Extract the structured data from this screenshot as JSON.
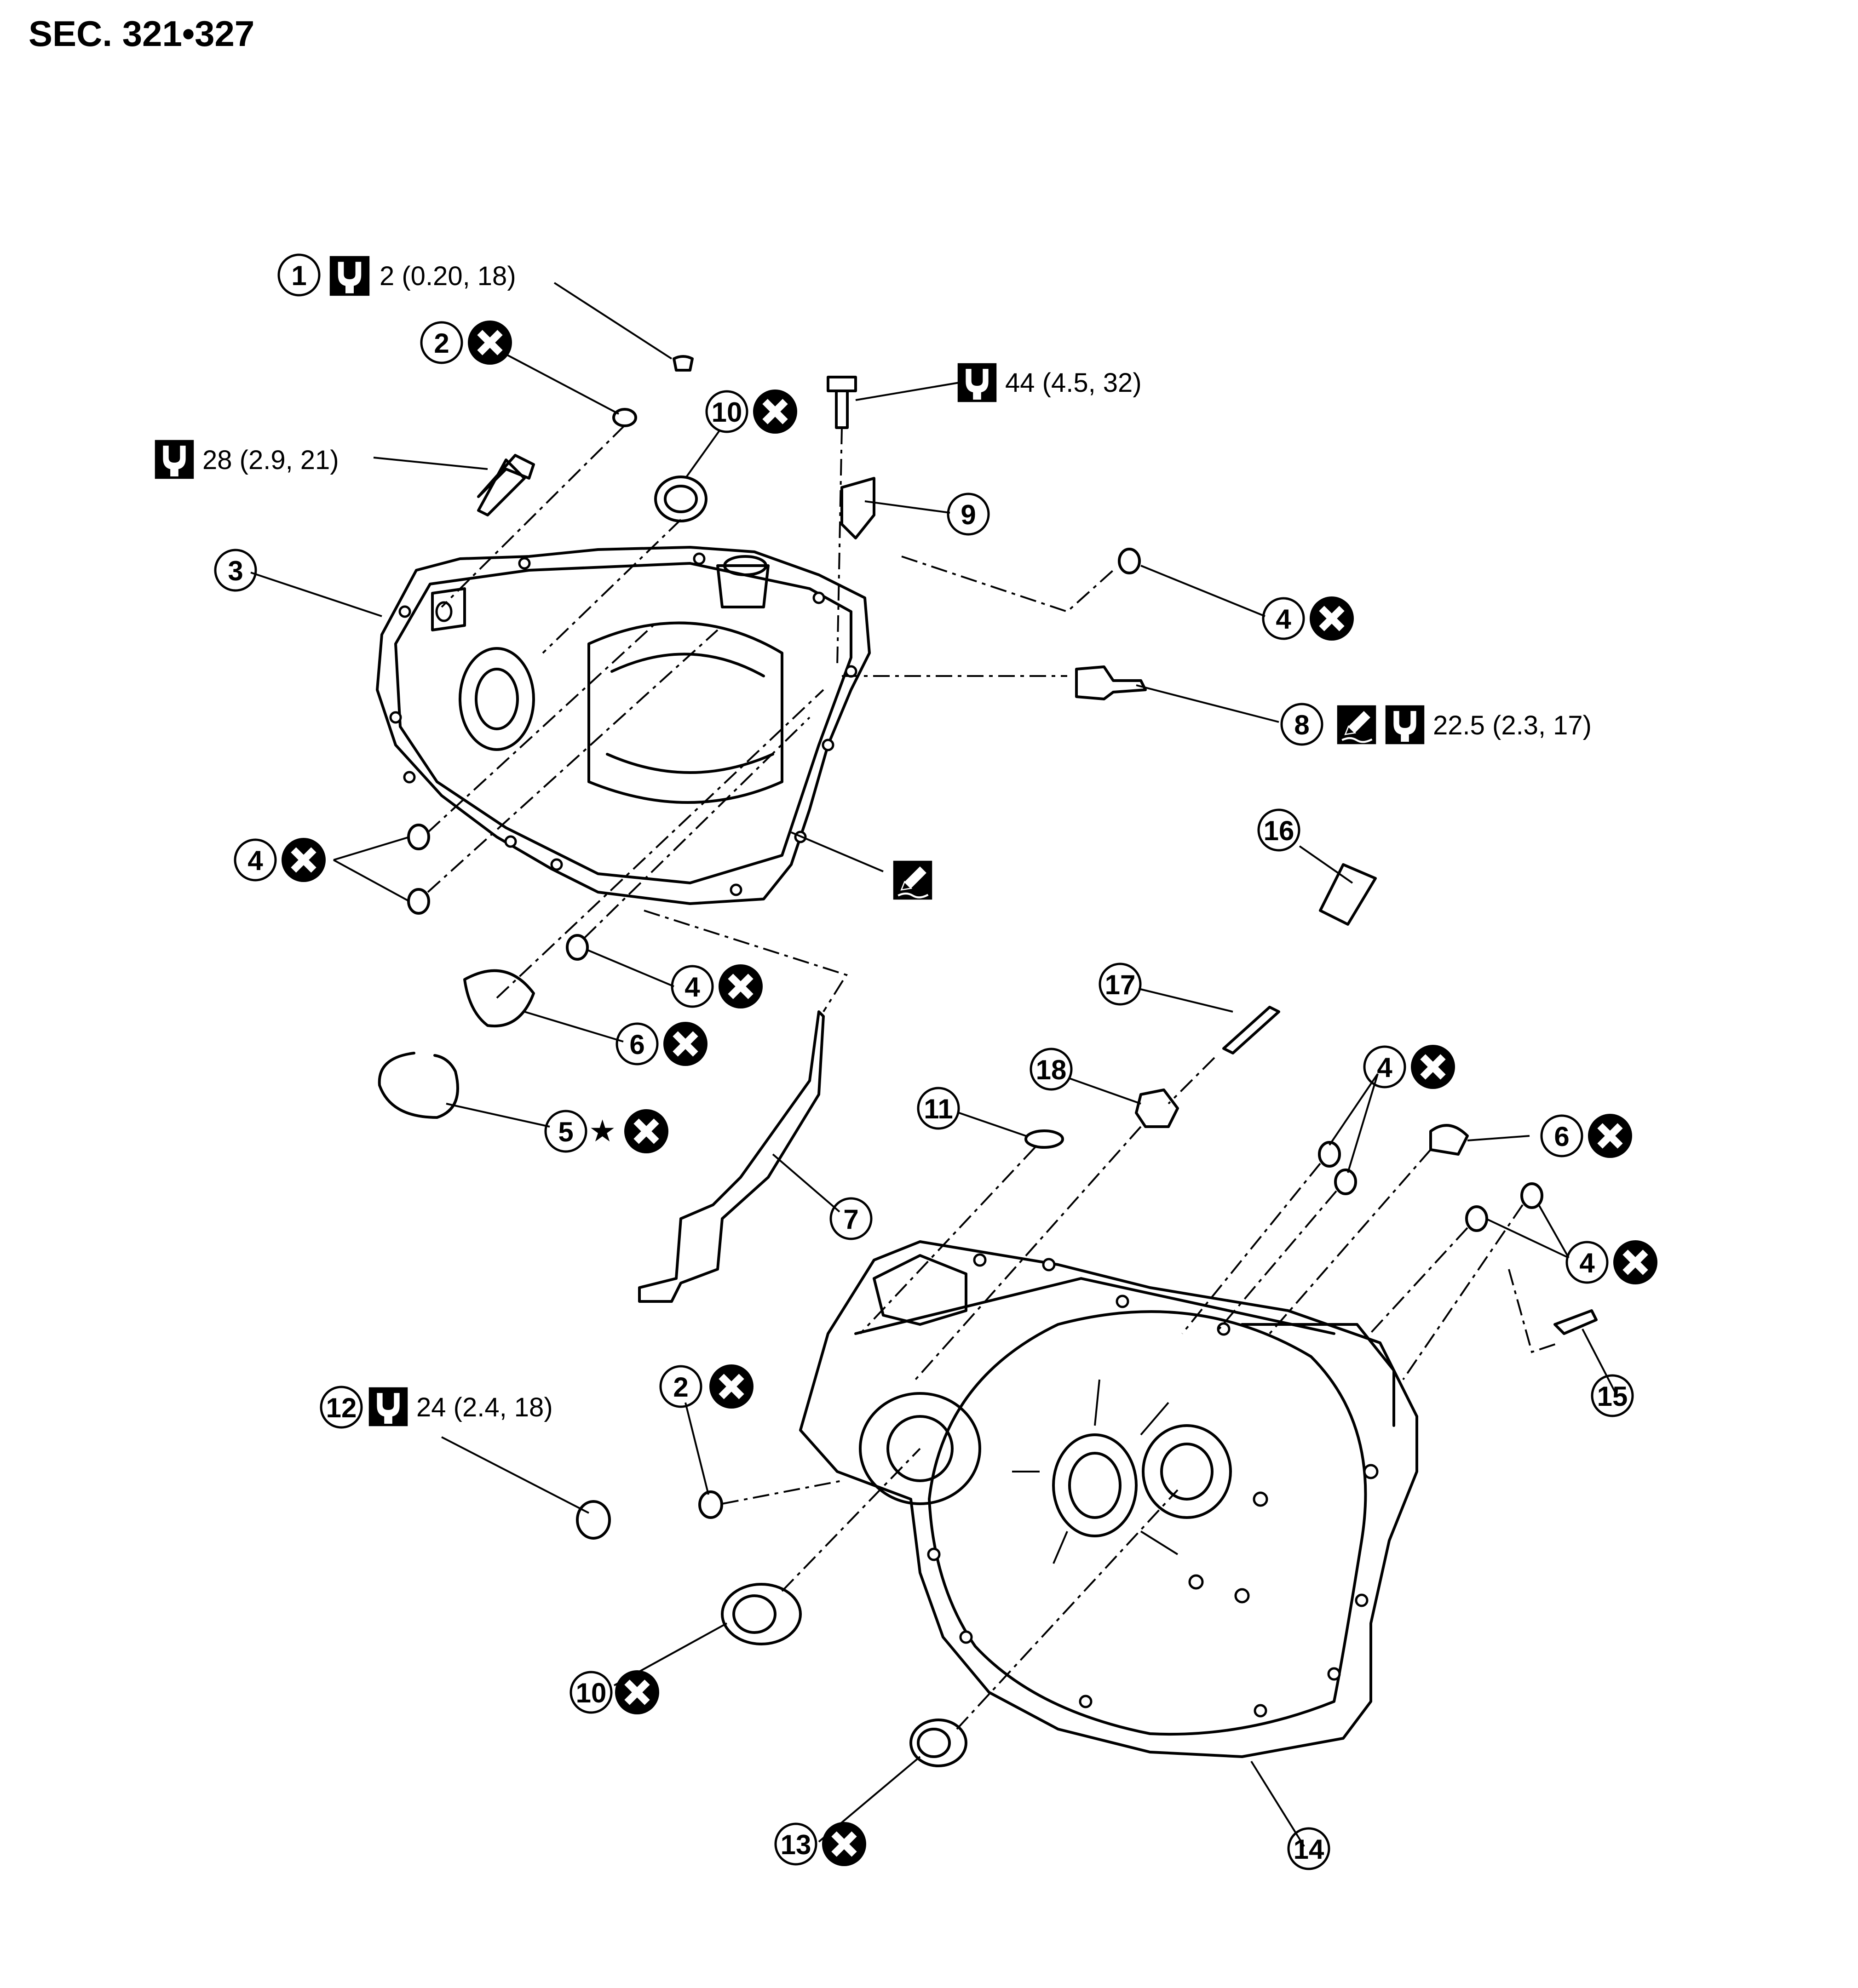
{
  "header": {
    "section": "SEC. 321•327"
  },
  "icons": {
    "discard": "do-not-reuse-x-icon",
    "torque": "torque-wrench-icon",
    "sealant": "sealant-icon",
    "star": "star-icon",
    "color_fg": "#000000",
    "color_bg": "#ffffff"
  },
  "callouts": [
    {
      "num": "1",
      "torque": "2 (0.20, 18)"
    },
    {
      "num": "2"
    },
    {
      "num": "10"
    },
    {
      "torque": "44 (4.5, 32)"
    },
    {
      "torque": "28 (2.9, 21)"
    },
    {
      "num": "9"
    },
    {
      "num": "3"
    },
    {
      "num": "4"
    },
    {
      "num": "8",
      "torque": "22.5 (2.3, 17)"
    },
    {
      "num": "4"
    },
    {
      "num": "16"
    },
    {
      "num": "4"
    },
    {
      "num": "17"
    },
    {
      "num": "6"
    },
    {
      "num": "18"
    },
    {
      "num": "5",
      "star": "★"
    },
    {
      "num": "4"
    },
    {
      "num": "11"
    },
    {
      "num": "6"
    },
    {
      "num": "7"
    },
    {
      "num": "4"
    },
    {
      "num": "12",
      "torque": "24 (2.4, 18)"
    },
    {
      "num": "2"
    },
    {
      "num": "15"
    },
    {
      "num": "10"
    },
    {
      "num": "13"
    },
    {
      "num": "14"
    }
  ]
}
